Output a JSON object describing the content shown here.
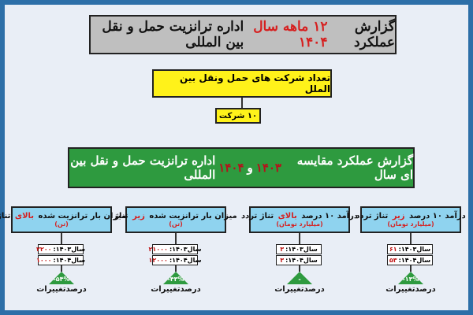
{
  "header": {
    "part1": "گزارش عملکرد",
    "red": "۱۲ ماهه سال ۱۴۰۴",
    "part2": "اداره ترانزیت حمل و نقل بین المللی"
  },
  "companies": {
    "title": "تعداد شرکت های حمل ونقل بین الملل",
    "value": "۱۰ شرکت"
  },
  "comparison": {
    "part1": "گزارش عملکرد مقایسه ای سال",
    "red1": "۱۴۰۳",
    "and": "و",
    "red2": "۱۴۰۴",
    "part2": "اداره ترانزیت حمل و نقل بین المللی"
  },
  "cards": [
    {
      "title_before": "درآمد ۱۰ درصد",
      "title_red": "زیر",
      "title_after": "تناژ تردد",
      "unit": "(میلیارد تومان)",
      "label_1403": "سال۱۴۰۳:",
      "value_1403": "۶۱",
      "label_1404": "سال۱۴۰۴:",
      "value_1404": "۵۳",
      "change": "-۱۳%",
      "change_label": "درصدتغییرات"
    },
    {
      "title_before": "درآمد ۱۰ درصد",
      "title_red": "بالای",
      "title_after": "تناژ تردد",
      "unit": "(میلیارد تومان)",
      "label_1403": "سال۱۴۰۳:",
      "value_1403": "۳",
      "label_1404": "سال۱۴۰۴:",
      "value_1404": "۳",
      "change": "-",
      "change_label": "درصدتغییرات"
    },
    {
      "title_before": "میزان بار ترانزیت شده",
      "title_red": "زیر",
      "title_after": "تناژ",
      "unit": "(تن)",
      "label_1403": "سال۱۴۰۳:",
      "value_1403": "۲۱۰۰۰",
      "label_1404": "سال۱۴۰۴:",
      "value_1404": "۱۲۰۰۰",
      "change": "-۴۳%",
      "change_label": "درصدتغییرات"
    },
    {
      "title_before": "میزان بار ترانزیت شده",
      "title_red": "بالای",
      "title_after": "تناژ",
      "unit": "(تن)",
      "label_1403": "سال۱۴۰۳:",
      "value_1403": "۲۲۰۰",
      "label_1404": "سال۱۴۰۴:",
      "value_1404": "۱۰۰۰",
      "change": "-۵۴%",
      "change_label": "درصدتغییرات"
    }
  ],
  "colors": {
    "border": "#2d6fa8",
    "green": "#2e9a3f",
    "yellow": "#fff21a",
    "card": "#8fd3ef",
    "red": "#d61f1f"
  }
}
